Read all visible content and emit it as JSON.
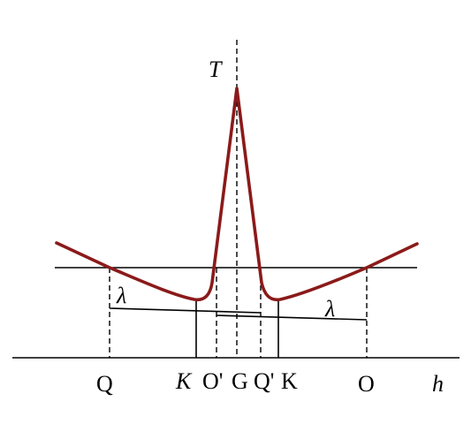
{
  "labels": {
    "axis_vertical": "T",
    "axis_horizontal": "h",
    "tick_Q": "Q",
    "tick_K_left": "K",
    "tick_O_prime": "O'",
    "tick_G": "G",
    "tick_Q_prime": "Q'",
    "tick_K_right": "K",
    "tick_O": "O",
    "lambda_left": "λ",
    "lambda_right": "λ"
  },
  "colors": {
    "curve": "#8b1a1a",
    "lines": "#000000",
    "background": "#ffffff"
  }
}
